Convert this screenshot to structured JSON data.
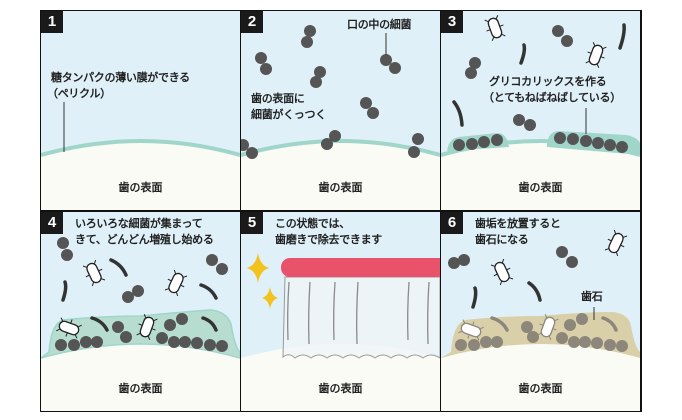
{
  "colors": {
    "sky": "#dff0f9",
    "tooth": "#fbfbf5",
    "pellicle": "#9fd6c9",
    "bacteria": "#555555",
    "tartar": "#d9cfa8",
    "brush": "#e8536b",
    "sparkle": "#f2c31f"
  },
  "tooth_label": "歯の表面",
  "panels": [
    {
      "number": "1",
      "lines": [
        "糖タンパクの薄い膜ができる",
        "（ペリクル）"
      ]
    },
    {
      "number": "2",
      "label_top": "口の中の細菌",
      "lines": [
        "歯の表面に",
        "細菌がくっつく"
      ]
    },
    {
      "number": "3",
      "lines": [
        "グリコカリックスを作る",
        "（とてもねばねばしている）"
      ]
    },
    {
      "number": "4",
      "lines": [
        "いろいろな細菌が集まって",
        "きて、どんどん増殖し始める"
      ]
    },
    {
      "number": "5",
      "lines": [
        "この状態では、",
        "歯磨きで除去できます"
      ]
    },
    {
      "number": "6",
      "lines": [
        "歯垢を放置すると",
        "歯石になる"
      ],
      "label_tartar": "歯石"
    }
  ]
}
